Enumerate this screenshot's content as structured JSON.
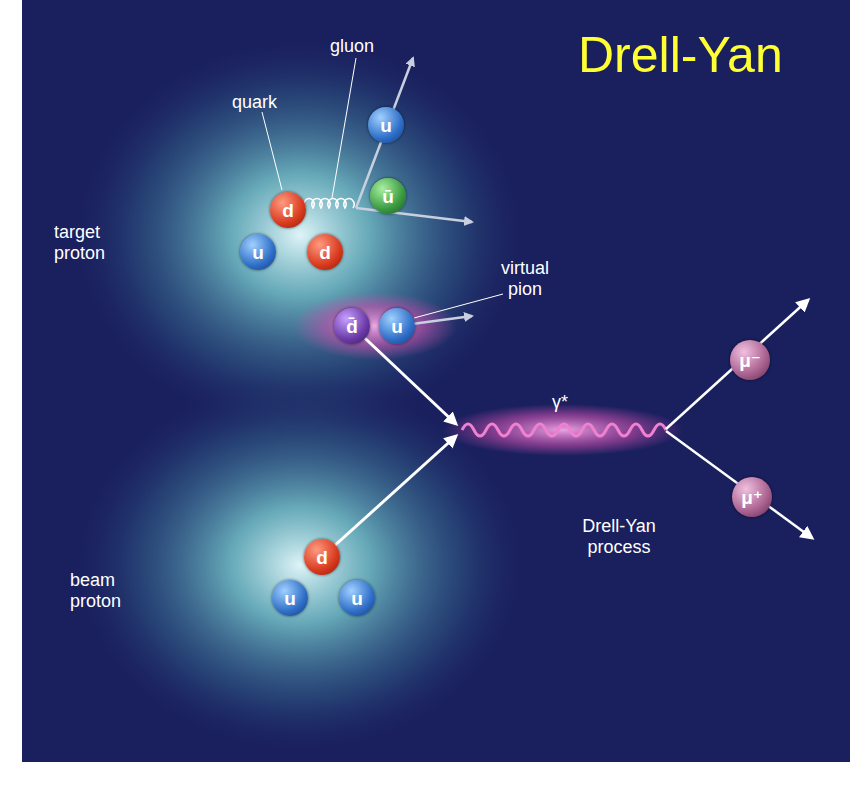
{
  "diagram": {
    "title": "Drell-Yan",
    "nodes": [
      {
        "text": [
          "d"
        ]
      },
      {
        "text": [
          "u"
        ]
      },
      {
        "text": [
          "ū"
        ]
      },
      {
        "text": [
          "u"
        ]
      },
      {
        "text": [
          "d"
        ]
      },
      {
        "text": [
          "d̄"
        ]
      },
      {
        "text": [
          "u"
        ]
      },
      {
        "text": [
          "μ⁻"
        ]
      },
      {
        "text": [
          "μ⁺"
        ]
      },
      {
        "text": [
          "d"
        ]
      },
      {
        "text": [
          "u"
        ]
      },
      {
        "text": [
          "u"
        ]
      }
    ],
    "labels": [
      "gluon",
      "quark",
      "target proton",
      "virtual pion",
      "γ*",
      "Drell-Yan process",
      "beam proton"
    ]
  }
}
